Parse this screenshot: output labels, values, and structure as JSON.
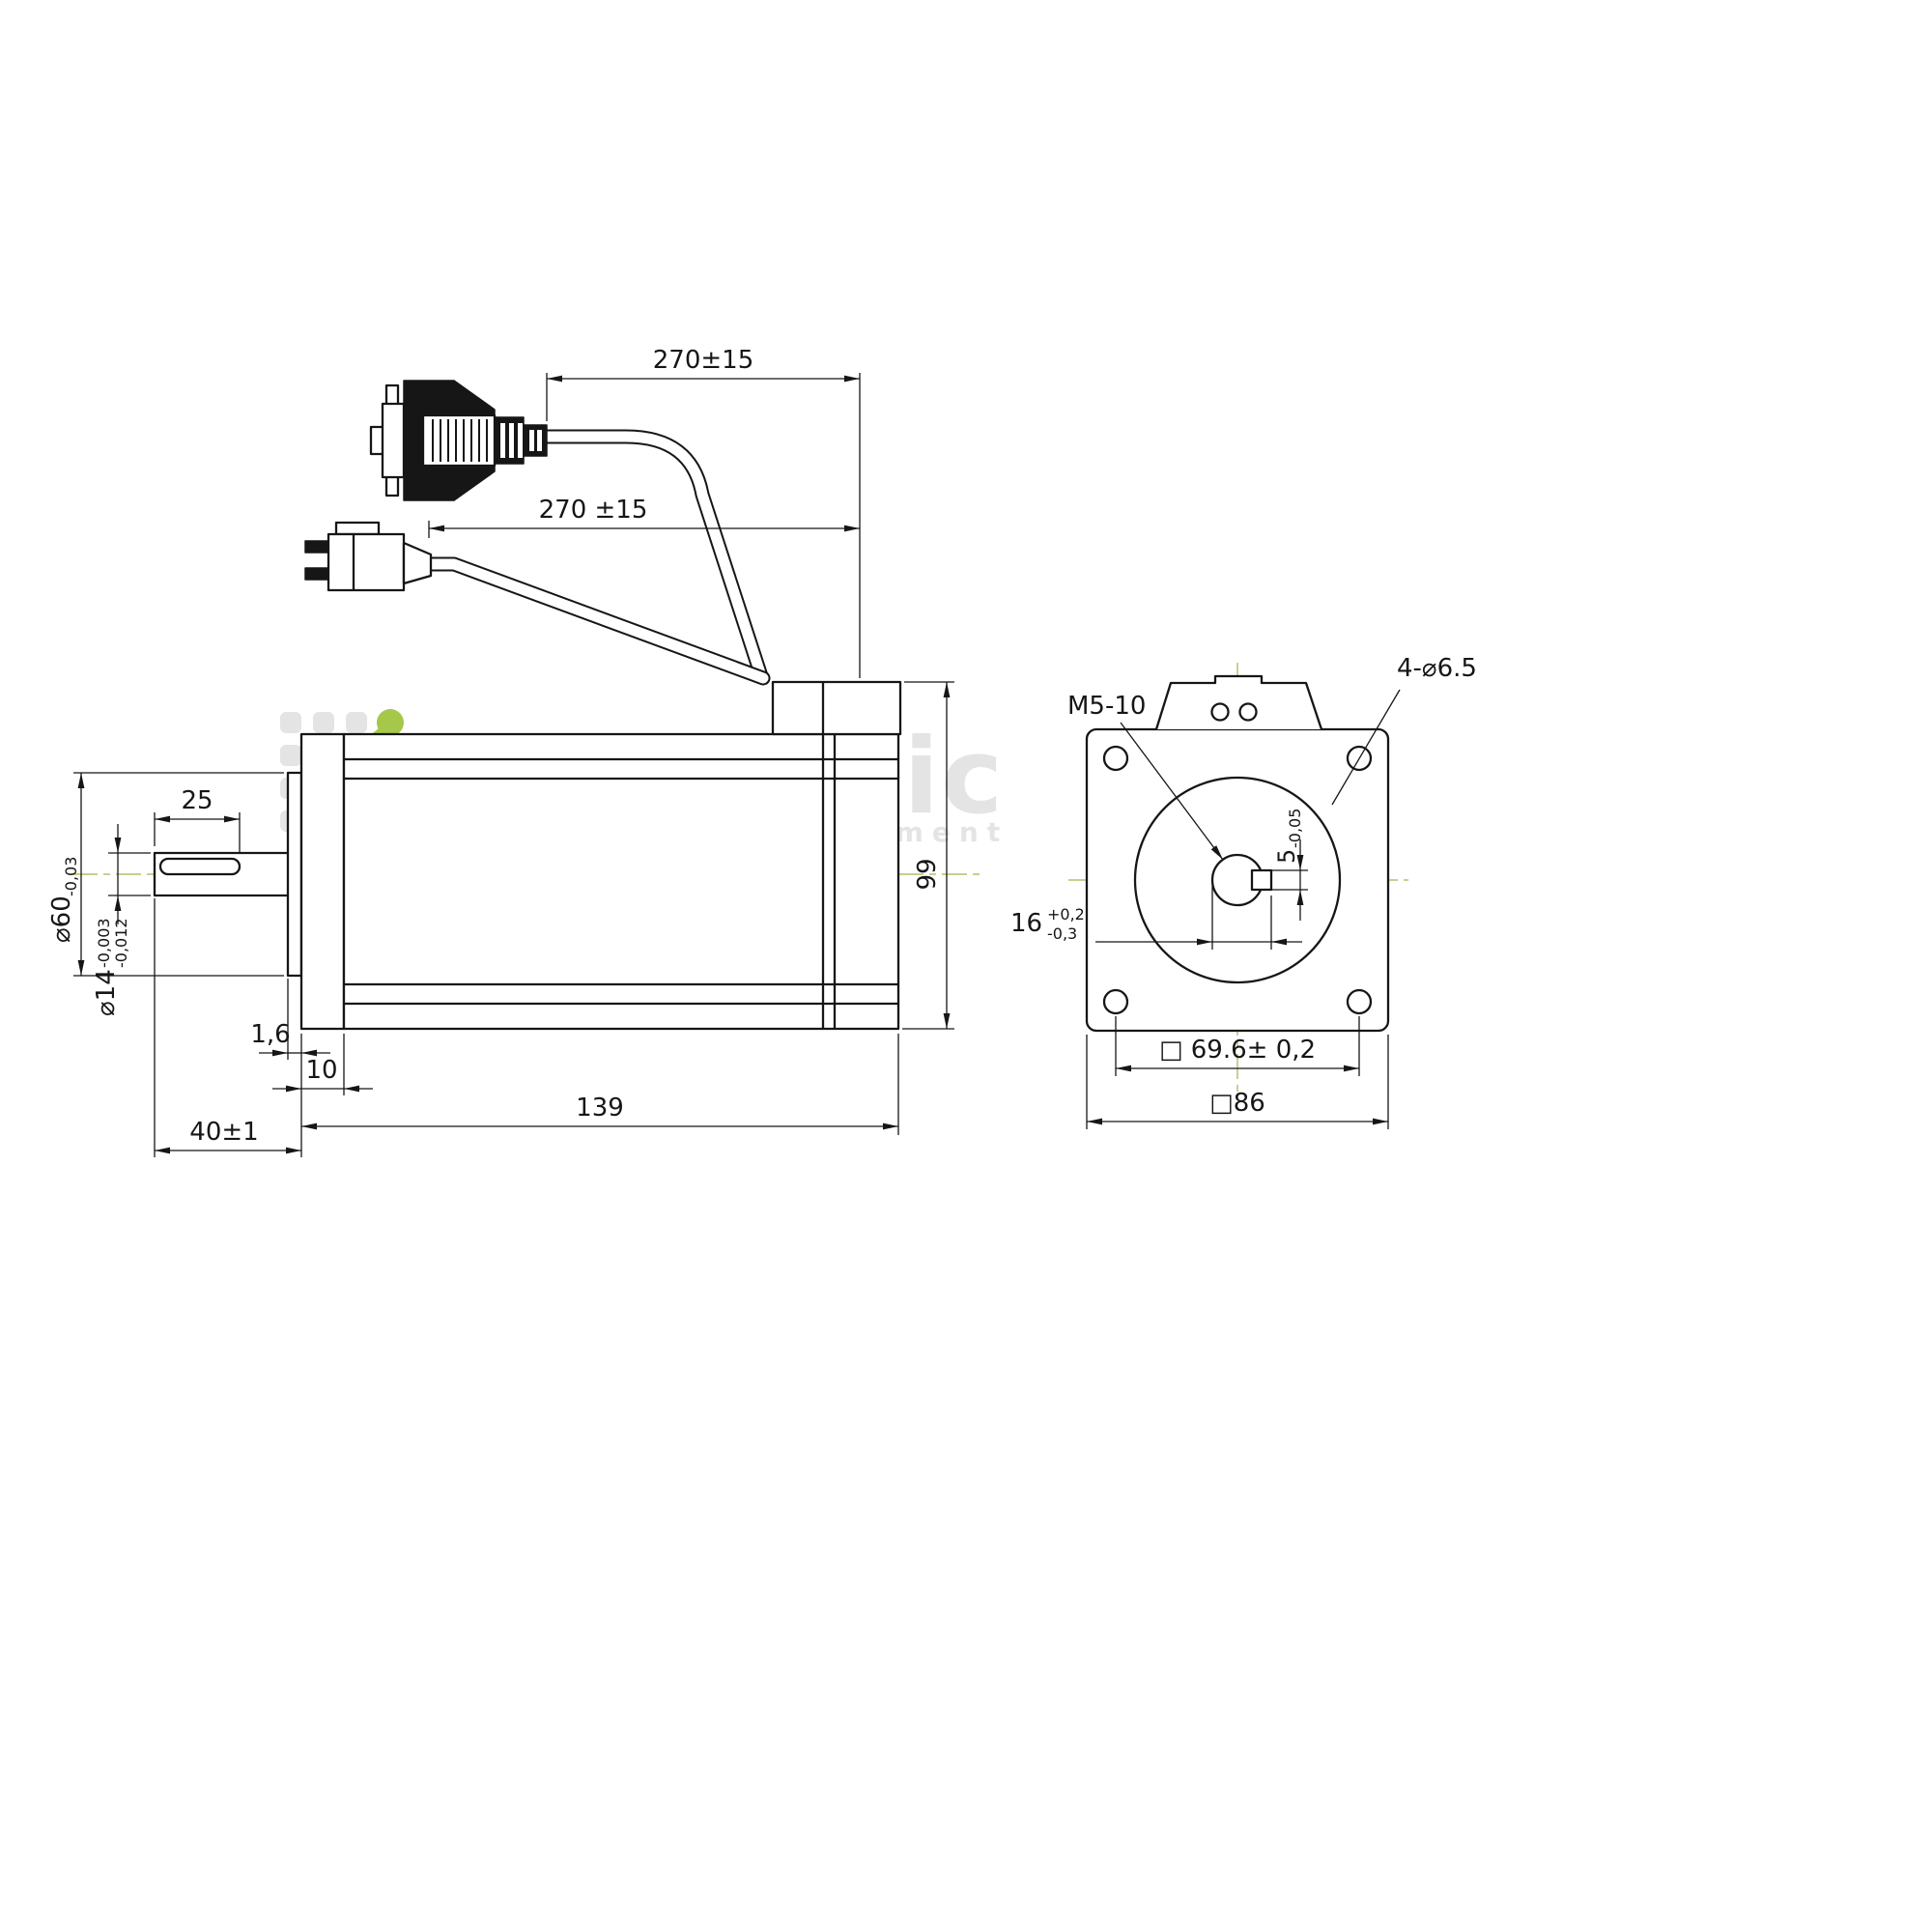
{
  "colors": {
    "line": "#161616",
    "centerline": "#b9cc7f",
    "watermark_gray": "#e4e4e4",
    "watermark_green": "#a5c74a",
    "background": "#ffffff"
  },
  "watermark": {
    "brand": "purelogic",
    "subtitle": "research & development"
  },
  "side_view": {
    "dim_cable_encoder": "270±15",
    "dim_cable_power": "270 ±15",
    "dim_height": "99",
    "dim_length": "139",
    "dim_shaft_length": "40±1",
    "dim_flange_thickness": "10",
    "dim_pilot_length": "1,6",
    "dim_flat_length": "25",
    "dim_pilot_dia": {
      "main": "⌀60",
      "tol": "-0,03"
    },
    "dim_shaft_dia": {
      "main": "⌀14",
      "tol_upper": "-0,003",
      "tol_lower": "-0,012"
    }
  },
  "front_view": {
    "label_tapped_hole": "M5-10",
    "label_mount_holes": "4-⌀6.5",
    "dim_key": {
      "main": "5",
      "tol": "-0,05"
    },
    "dim_flat": {
      "main": "16",
      "tol_upper": "+0,2",
      "tol_lower": "-0,3"
    },
    "dim_bolt_spacing": "□ 69.6± 0,2",
    "dim_frame": "□86"
  }
}
